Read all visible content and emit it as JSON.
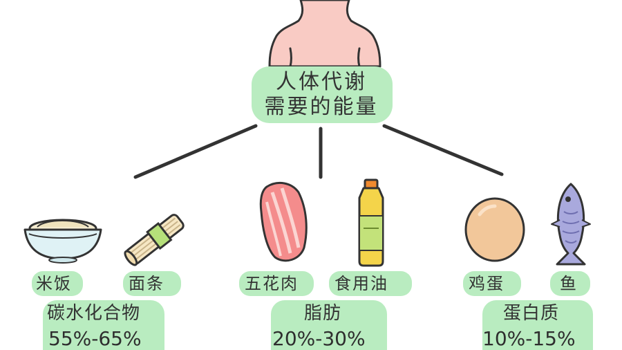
{
  "center": {
    "line1": "人体代谢",
    "line2": "需要的能量"
  },
  "foods": {
    "rice": "米饭",
    "noodles": "面条",
    "pork_belly": "五花肉",
    "cooking_oil": "食用油",
    "egg": "鸡蛋",
    "fish": "鱼"
  },
  "categories": {
    "carb": {
      "name": "碳水化合物",
      "percent": "55%-65%"
    },
    "fat": {
      "name": "脂肪",
      "percent": "20%-30%"
    },
    "protein": {
      "name": "蛋白质",
      "percent": "10%-15%"
    }
  },
  "colors": {
    "highlight_green": "#b9ecc0",
    "skin_pink": "#f9cbc4",
    "outline": "#333333"
  }
}
